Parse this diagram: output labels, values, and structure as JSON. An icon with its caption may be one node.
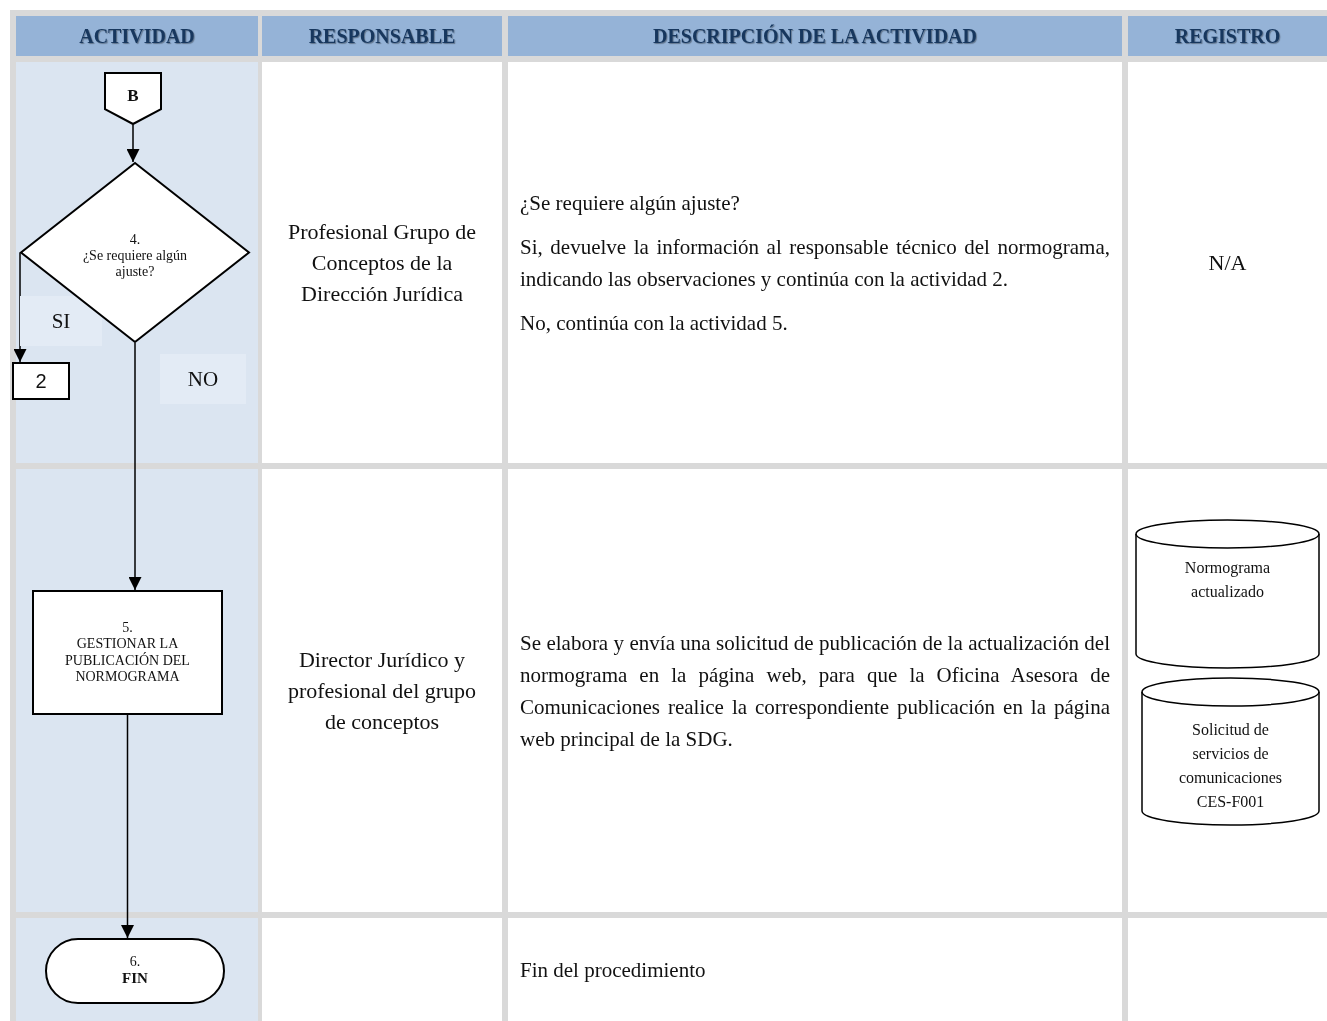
{
  "diagram": {
    "nodes": [
      {
        "text": [
          "B"
        ]
      },
      {
        "text": [
          "4.",
          "¿Se requiere algún ajuste?"
        ]
      },
      {
        "text": [
          "2"
        ]
      },
      {
        "text": [
          "5.",
          "GESTIONAR LA PUBLICACIÓN DEL NORMOGRAMA"
        ]
      },
      {
        "text": [
          "6.",
          "FIN"
        ]
      },
      {
        "text": [
          "Normograma actualizado"
        ]
      },
      {
        "text": [
          "Solicitud de servicios de comunicaciones CES-F001"
        ]
      }
    ],
    "edges": [
      {
        "from": 0,
        "to": 1,
        "arrow": "to"
      },
      {
        "from": 1,
        "to": 2,
        "arrow": "to",
        "label": "SI"
      },
      {
        "from": 1,
        "to": 3,
        "arrow": "to",
        "label": "NO"
      },
      {
        "from": 3,
        "to": 4,
        "arrow": "to"
      }
    ],
    "labels": [
      "ACTIVIDAD",
      "RESPONSABLE",
      "DESCRIPCIÓN DE LA ACTIVIDAD",
      "REGISTRO",
      "Profesional Grupo de Conceptos de la Dirección Jurídica",
      "¿Se requiere algún ajuste?",
      "Si, devuelve la información al responsable técnico del normograma, indicando las observaciones y continúa con la actividad 2.",
      "No, continúa con la actividad 5.",
      "N/A",
      "Director Jurídico y profesional del grupo de conceptos",
      "Se elabora y envía una solicitud de publicación de la actualización del normograma en la página web, para que la Oficina Asesora de Comunicaciones realice la correspondiente publicación en la página web principal de la SDG.",
      "Fin del procedimiento"
    ]
  }
}
